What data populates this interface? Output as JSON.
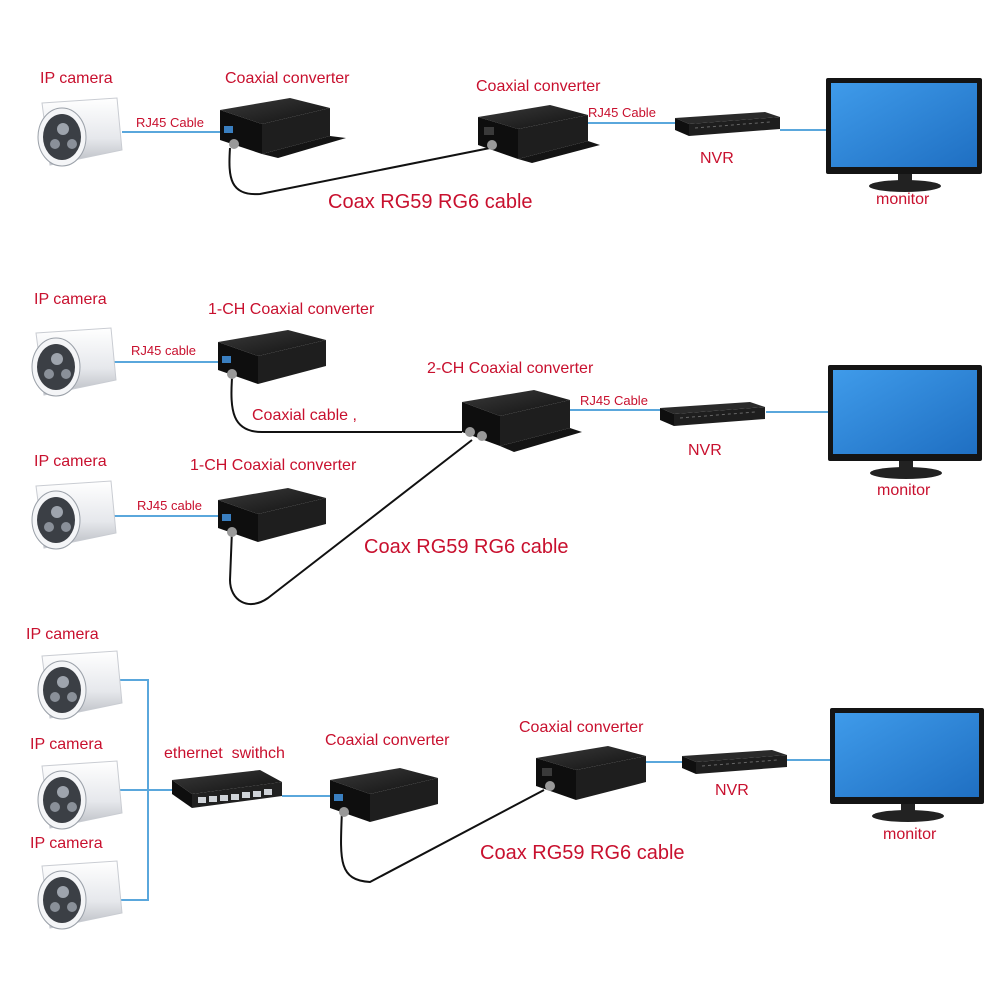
{
  "diagram1": {
    "camera_label": "IP camera",
    "rj45_left": "RJ45 Cable",
    "converter_left": "Coaxial converter",
    "converter_right": "Coaxial converter",
    "rj45_right": "RJ45 Cable",
    "nvr_label": "NVR",
    "monitor_label": "monitor",
    "coax_label": "Coax RG59 RG6 cable"
  },
  "diagram2": {
    "camera_top_label": "IP camera",
    "camera_bottom_label": "IP camera",
    "rj45_top": "RJ45 cable",
    "rj45_bottom": "RJ45 cable",
    "converter_top": "1-CH Coaxial converter",
    "converter_bottom": "1-CH Coaxial converter",
    "converter_2ch": "2-CH Coaxial converter",
    "coaxial_cable_label": "Coaxial cable ,",
    "rj45_right": "RJ45 Cable",
    "nvr_label": "NVR",
    "monitor_label": "monitor",
    "coax_label": "Coax RG59 RG6 cable"
  },
  "diagram3": {
    "camera_labels": [
      "IP camera",
      "IP camera",
      "IP camera"
    ],
    "switch_label": "ethernet  swithch",
    "converter_left": "Coaxial converter",
    "converter_right": "Coaxial converter",
    "nvr_label": "NVR",
    "monitor_label": "monitor",
    "coax_label": "Coax RG59 RG6 cable"
  },
  "colors": {
    "label_red": "#c8102e",
    "ethernet_blue": "#5aa7dc",
    "coax_black": "#111111",
    "screen_blue": "#2a7fd4",
    "device_dark": "#1c1c1c"
  }
}
